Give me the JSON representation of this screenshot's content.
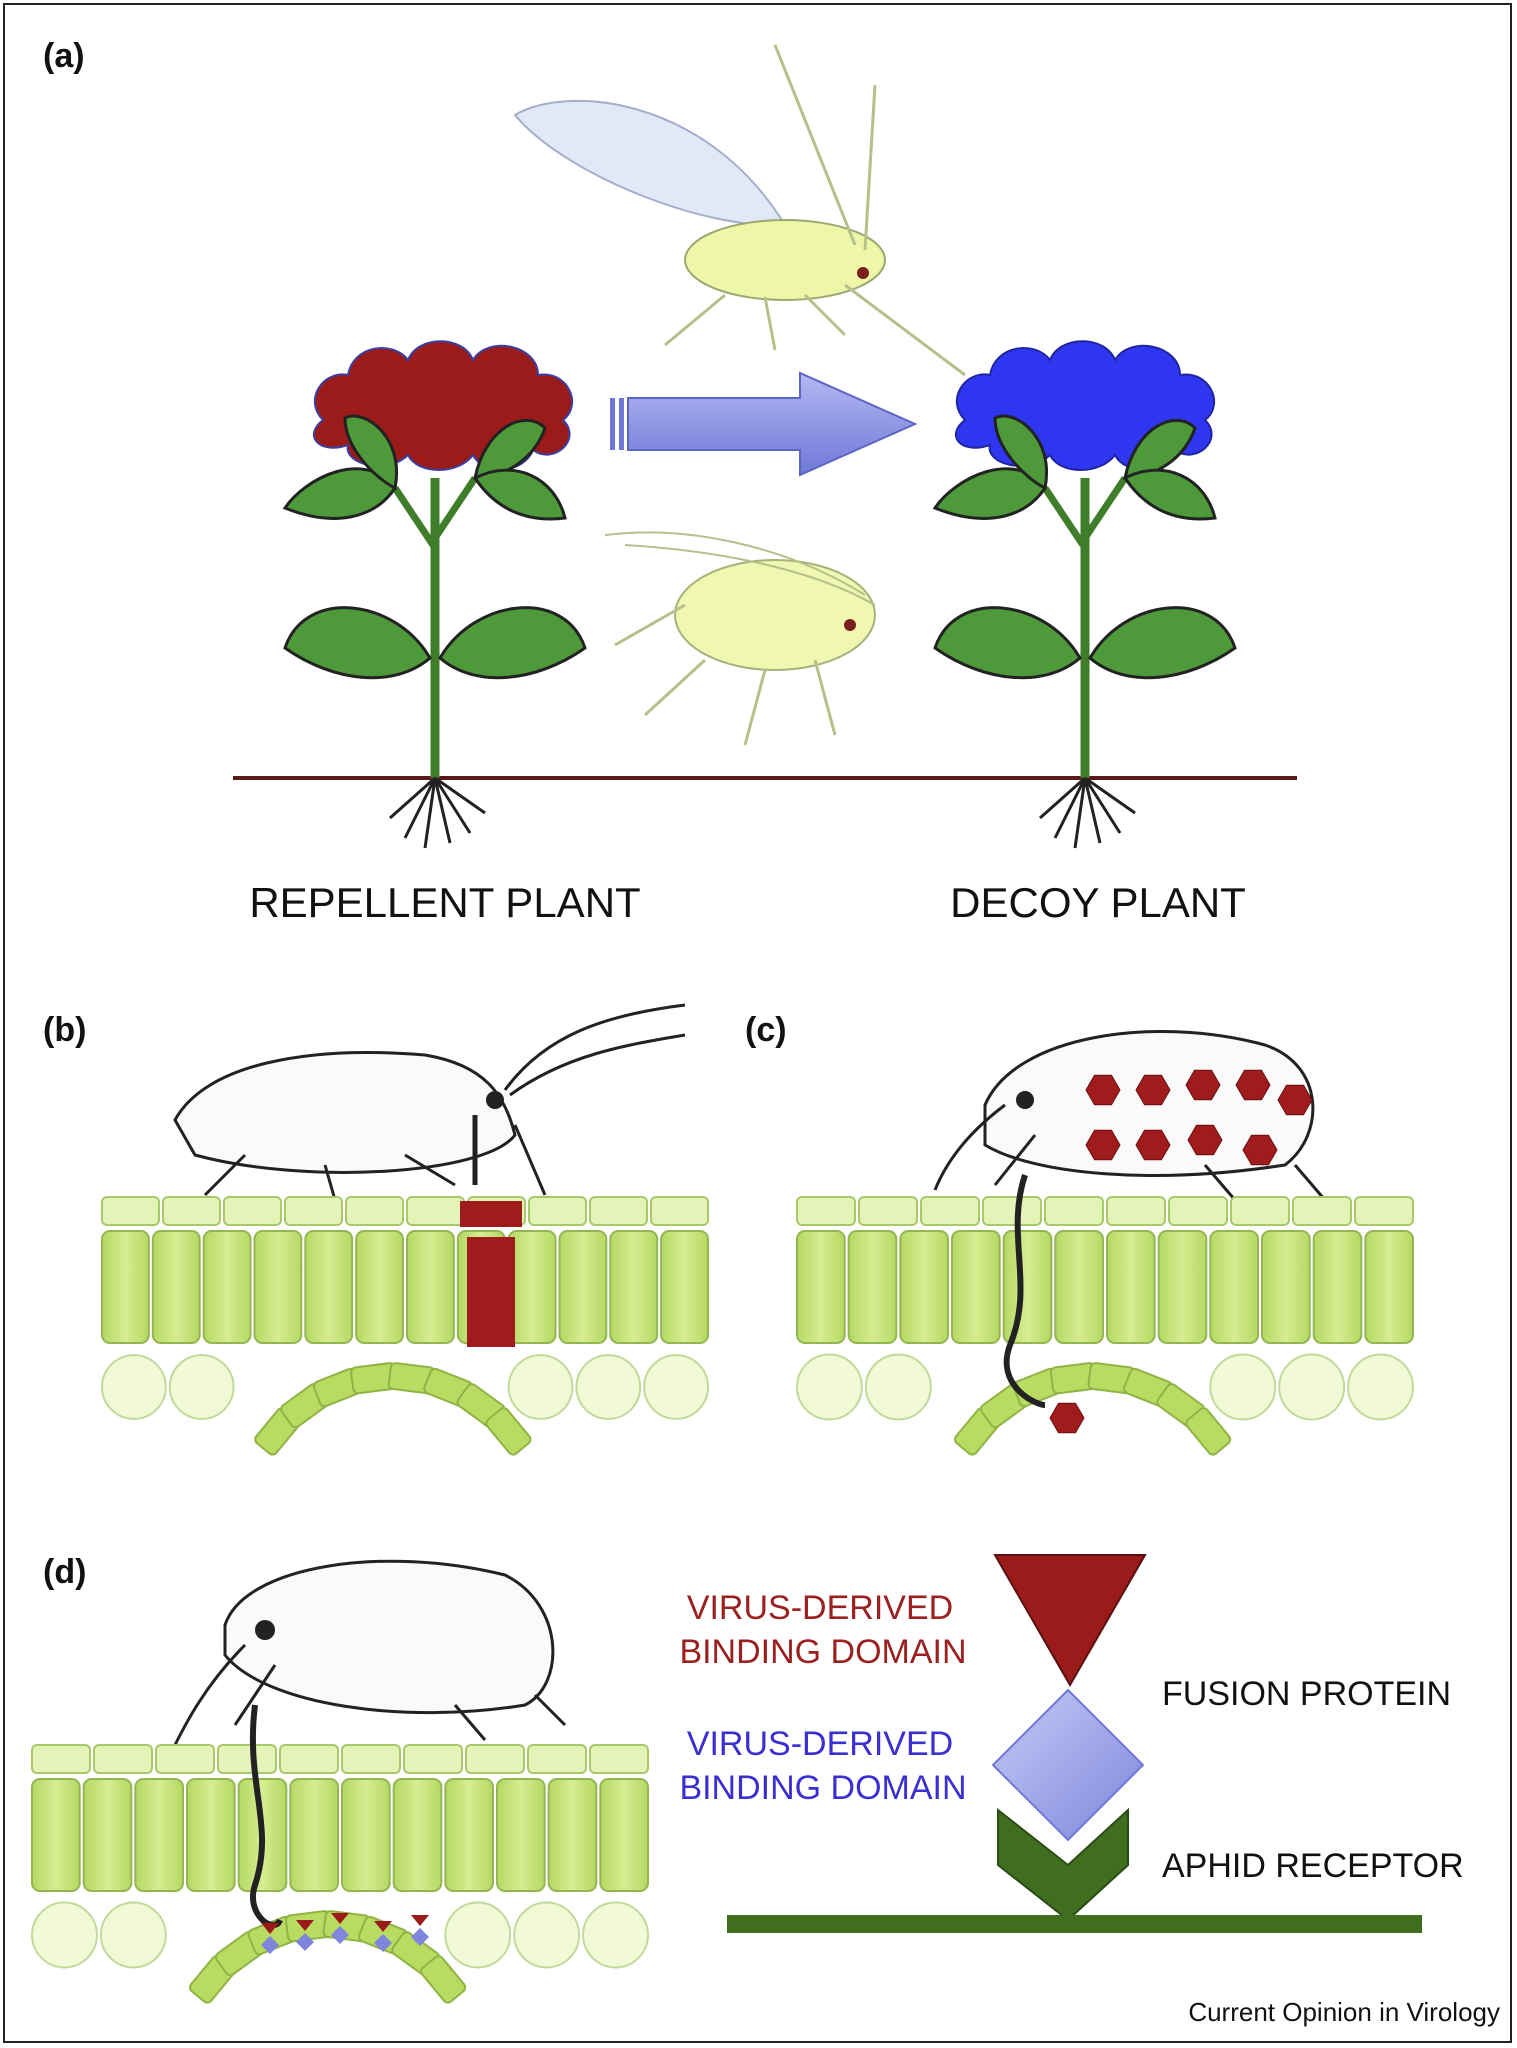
{
  "panels": {
    "a": {
      "label": "(a)",
      "left_caption": "REPELLENT PLANT",
      "right_caption": "DECOY PLANT"
    },
    "b": {
      "label": "(b)"
    },
    "c": {
      "label": "(c)"
    },
    "d": {
      "label": "(d)"
    }
  },
  "legend": {
    "domain_red_line1": "VIRUS-DERIVED",
    "domain_red_line2": "BINDING DOMAIN",
    "domain_blue_line1": "VIRUS-DERIVED",
    "domain_blue_line2": "BINDING DOMAIN",
    "fusion_protein": "FUSION PROTEIN",
    "aphid_receptor": "APHID RECEPTOR"
  },
  "credit": "Current Opinion in Virology",
  "colors": {
    "repellent_cloud": "#9b1b1b",
    "decoy_cloud": "#2f36f0",
    "arrow": "#8e96e8",
    "leaf": "#4e9a3a",
    "cell": "#c9e57a",
    "cell_light": "#e4f3b8",
    "virus": "#a01c1c",
    "receptor": "#3f6e1f",
    "red_text": "#9b2020",
    "blue_text": "#3b2fd0"
  }
}
